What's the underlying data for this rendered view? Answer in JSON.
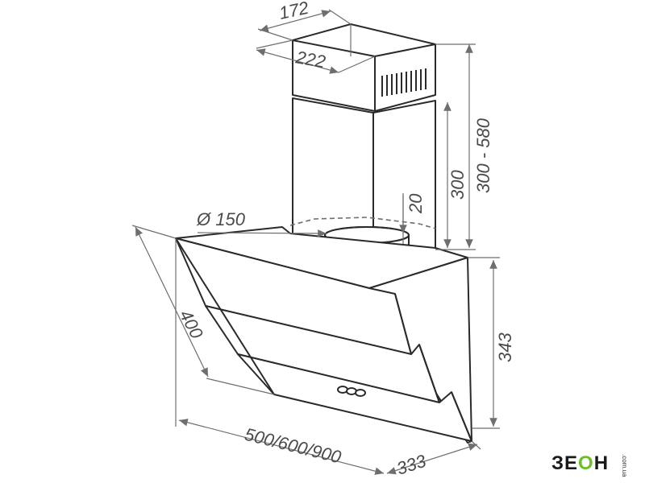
{
  "diagram": {
    "dimensions": {
      "chimney_depth": "172",
      "chimney_width": "222",
      "chimney_height_range": "300 - 580",
      "chimney_height": "300",
      "outlet_offset": "20",
      "outlet_diameter": "Ø 150",
      "panel_length": "400",
      "body_height": "343",
      "hood_widths": "500/600/900",
      "body_depth": "333"
    }
  },
  "logo": {
    "text_main": "ЗЕ",
    "text_accent": "О",
    "text_end": "Н",
    "text_sub": ".com.ua"
  }
}
